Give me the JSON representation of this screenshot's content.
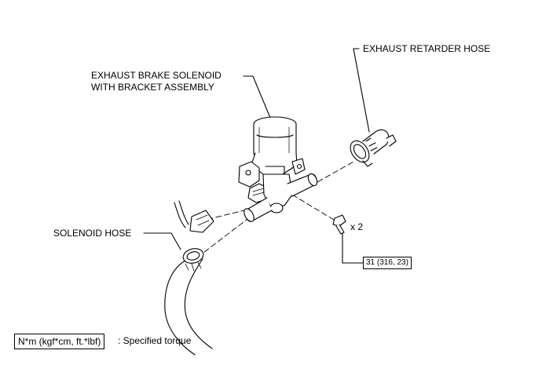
{
  "labels": {
    "solenoid_line1": "EXHAUST BRAKE SOLENOID",
    "solenoid_line2": "WITH BRACKET ASSEMBLY",
    "retarder_hose": "EXHAUST RETARDER HOSE",
    "solenoid_hose": "SOLENOID HOSE",
    "bolt_quantity": "x 2",
    "torque_value": "31 (316, 23)"
  },
  "legend": {
    "units": "N*m (kgf*cm, ft.*lbf)",
    "description": ": Specified torque"
  }
}
